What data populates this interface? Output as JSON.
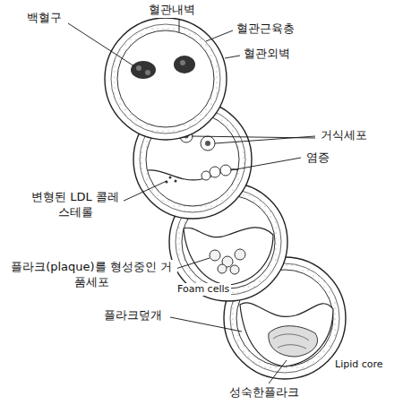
{
  "diagram": {
    "labels": [
      "백혈구",
      "혈관내벽",
      "혈관근육층",
      "혈관외벽",
      "거식세포",
      "염증",
      "변형된 LDL 콜레스테롤",
      "플라크(plaque)를 형성중인 거품세포",
      "Foam cells",
      "플라크덮개",
      "Lipid core",
      "성숙한플라크"
    ]
  }
}
